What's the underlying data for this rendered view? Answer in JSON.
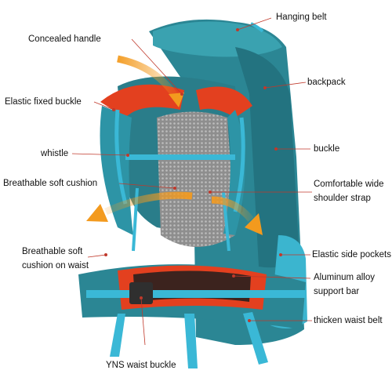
{
  "labels": {
    "hanging_belt": "Hanging belt",
    "concealed_handle": "Concealed handle",
    "backpack": "backpack",
    "elastic_fixed_buckle": "Elastic fixed buckle",
    "whistle": "whistle",
    "buckle": "buckle",
    "breathable_soft_cushion": "Breathable soft cushion",
    "comfortable_wide_line1": "Comfortable wide",
    "comfortable_wide_line2": "shoulder strap",
    "breathable_waist_line1": "Breathable soft",
    "breathable_waist_line2": "cushion on waist",
    "elastic_side_pockets": "Elastic side pockets",
    "aluminum_line1": "Aluminum alloy",
    "aluminum_line2": "support bar",
    "thicken_waist_belt": "thicken waist belt",
    "yns_waist_buckle": "YNS waist buckle"
  },
  "colors": {
    "pack_teal": "#2d8f9c",
    "pack_dark": "#24707b",
    "strap_blue": "#3ab8d6",
    "mesh_red": "#e3401f",
    "mesh_grey": "#9a9a9a",
    "arrow_orange": "#f39a1e",
    "leader_red": "#c0392b"
  }
}
